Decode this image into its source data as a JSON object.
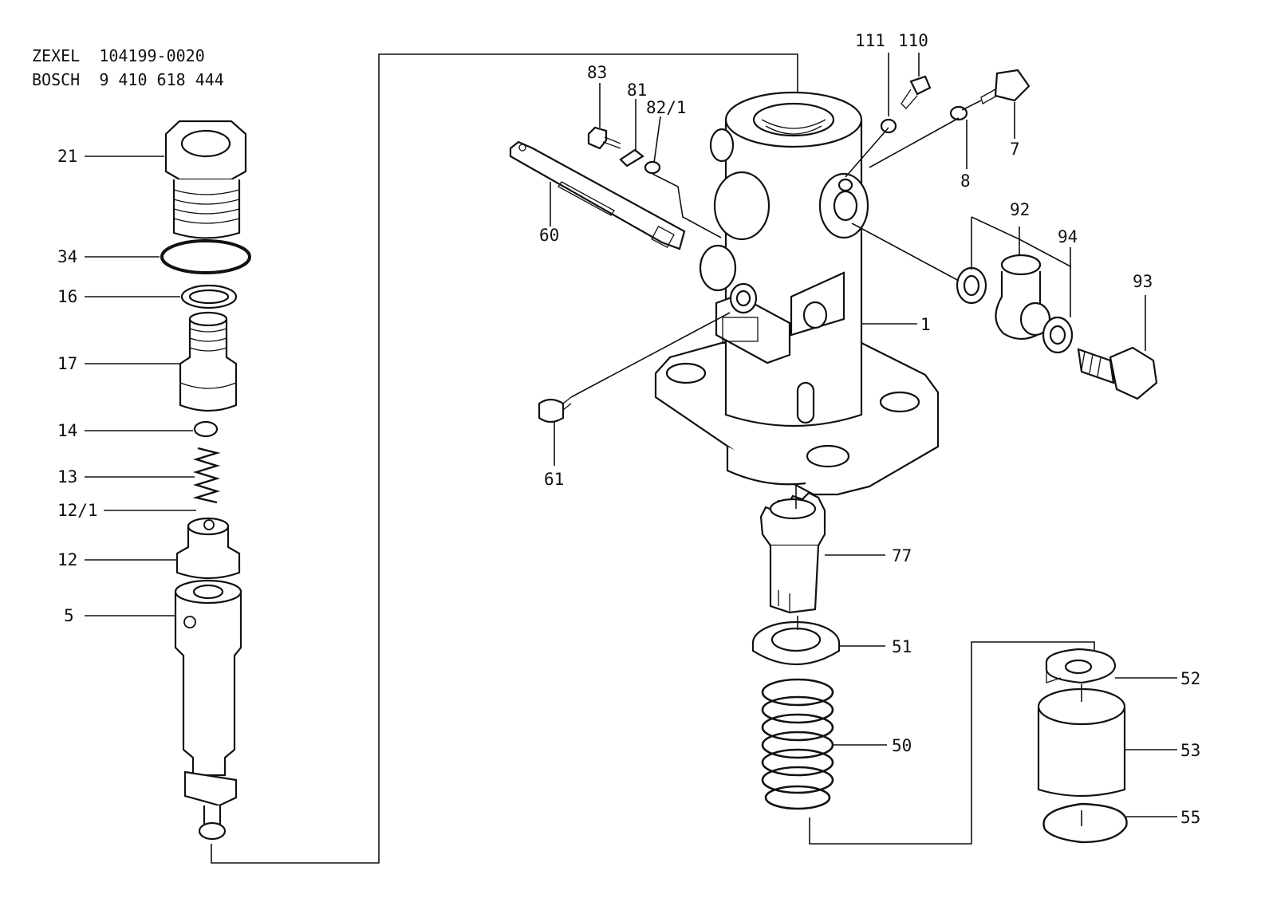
{
  "header": {
    "line1_brand": "ZEXEL",
    "line1_number": "104199-0020",
    "line2_brand": "BOSCH",
    "line2_number": "9 410 618 444"
  },
  "callouts": {
    "p21": "21",
    "p34": "34",
    "p16": "16",
    "p17": "17",
    "p14": "14",
    "p13": "13",
    "p12_1": "12/1",
    "p12": "12",
    "p5": "5",
    "p83": "83",
    "p81": "81",
    "p82_1": "82/1",
    "p60": "60",
    "p61": "61",
    "p111": "111",
    "p110": "110",
    "p7": "7",
    "p8": "8",
    "p92": "92",
    "p94": "94",
    "p93": "93",
    "p1": "1",
    "p77": "77",
    "p51": "51",
    "p50": "50",
    "p52": "52",
    "p53": "53",
    "p55": "55"
  },
  "icons": {
    "body": "pump-housing-icon",
    "valve_stack": "delivery-valve-assembly-icon"
  }
}
